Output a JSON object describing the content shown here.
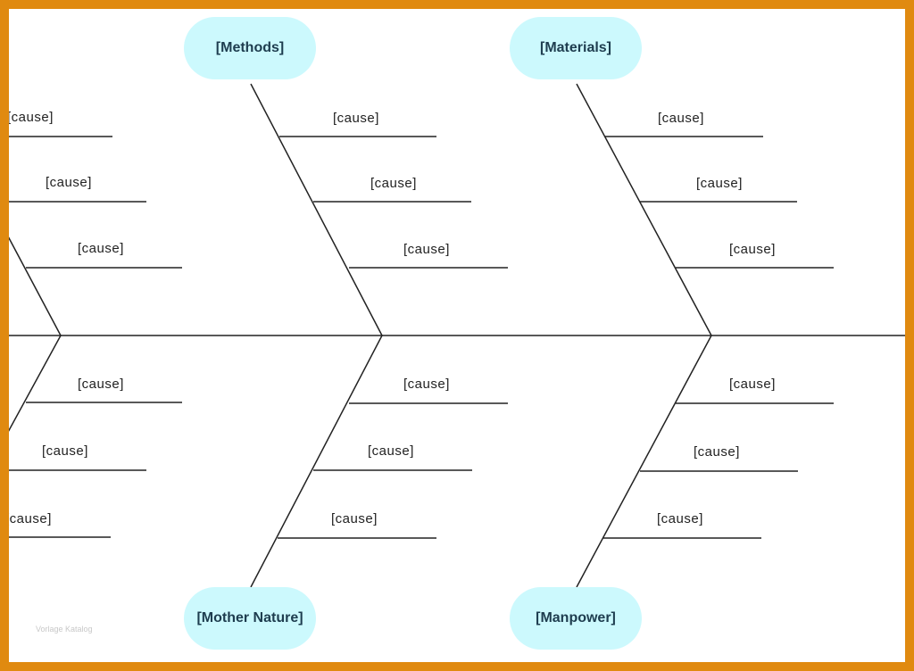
{
  "categories": {
    "methods": "[Methods]",
    "materials": "[Materials]",
    "mother_nature": "[Mother Nature]",
    "manpower": "[Manpower]"
  },
  "causes": {
    "left_top": [
      "[cause]",
      "[cause]",
      "[cause]"
    ],
    "left_bottom": [
      "[cause]",
      "[cause]",
      "[cause]"
    ],
    "methods": [
      "[cause]",
      "[cause]",
      "[cause]"
    ],
    "mother_nature": [
      "[cause]",
      "[cause]",
      "[cause]"
    ],
    "materials": [
      "[cause]",
      "[cause]",
      "[cause]"
    ],
    "manpower": [
      "[cause]",
      "[cause]",
      "[cause]"
    ]
  },
  "watermark": "Vorlage Katalog",
  "colors": {
    "frame": "#e08a10",
    "pill": "#ccf9fd",
    "line": "#222222"
  }
}
